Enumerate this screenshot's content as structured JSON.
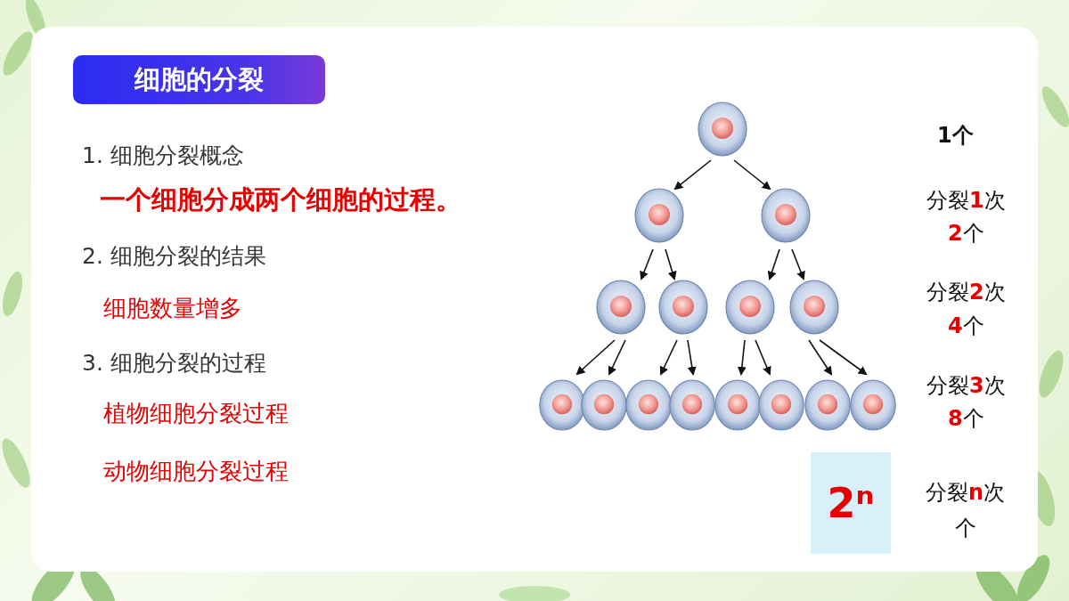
{
  "diagram": {
    "title": "细胞的分裂",
    "nodes": [
      {
        "text": [
          "2ⁿ"
        ]
      }
    ],
    "labels": [
      "1. 细胞分裂概念",
      "一个细胞分成两个细胞的过程。",
      "2. 细胞分裂的结果",
      "细胞数量增多",
      "3. 细胞分裂的过程",
      "植物细胞分裂过程",
      "动物细胞分裂过程",
      "1个",
      "分裂1次",
      "2个",
      "分裂2次",
      "4个",
      "分裂3次",
      "8个",
      "分裂n次",
      "个"
    ]
  }
}
